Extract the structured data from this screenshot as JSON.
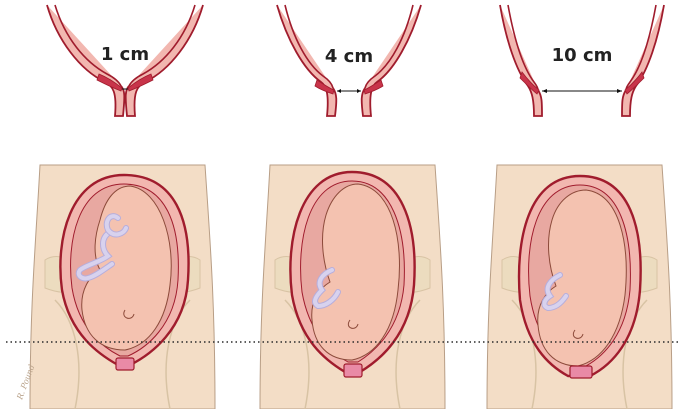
{
  "diagram": {
    "dilation_stages": [
      {
        "label": "1 cm"
      },
      {
        "label": "4 cm"
      },
      {
        "label": "10 cm"
      }
    ],
    "signature": "R. Pound",
    "colors": {
      "body_skin": "#f3ddc6",
      "body_outline": "#b89e86",
      "bone": "#ecdcbf",
      "uterus_wall": "#f2b7b0",
      "uterus_outline": "#a01c2d",
      "uterus_inner": "#e8a8a1",
      "baby_skin": "#f4c2b0",
      "cord": "#d8d2ee",
      "cervix_dark": "#c8344a",
      "cervix_pink": "#e98aa6",
      "dotted_line": "#2b2b2b"
    }
  }
}
